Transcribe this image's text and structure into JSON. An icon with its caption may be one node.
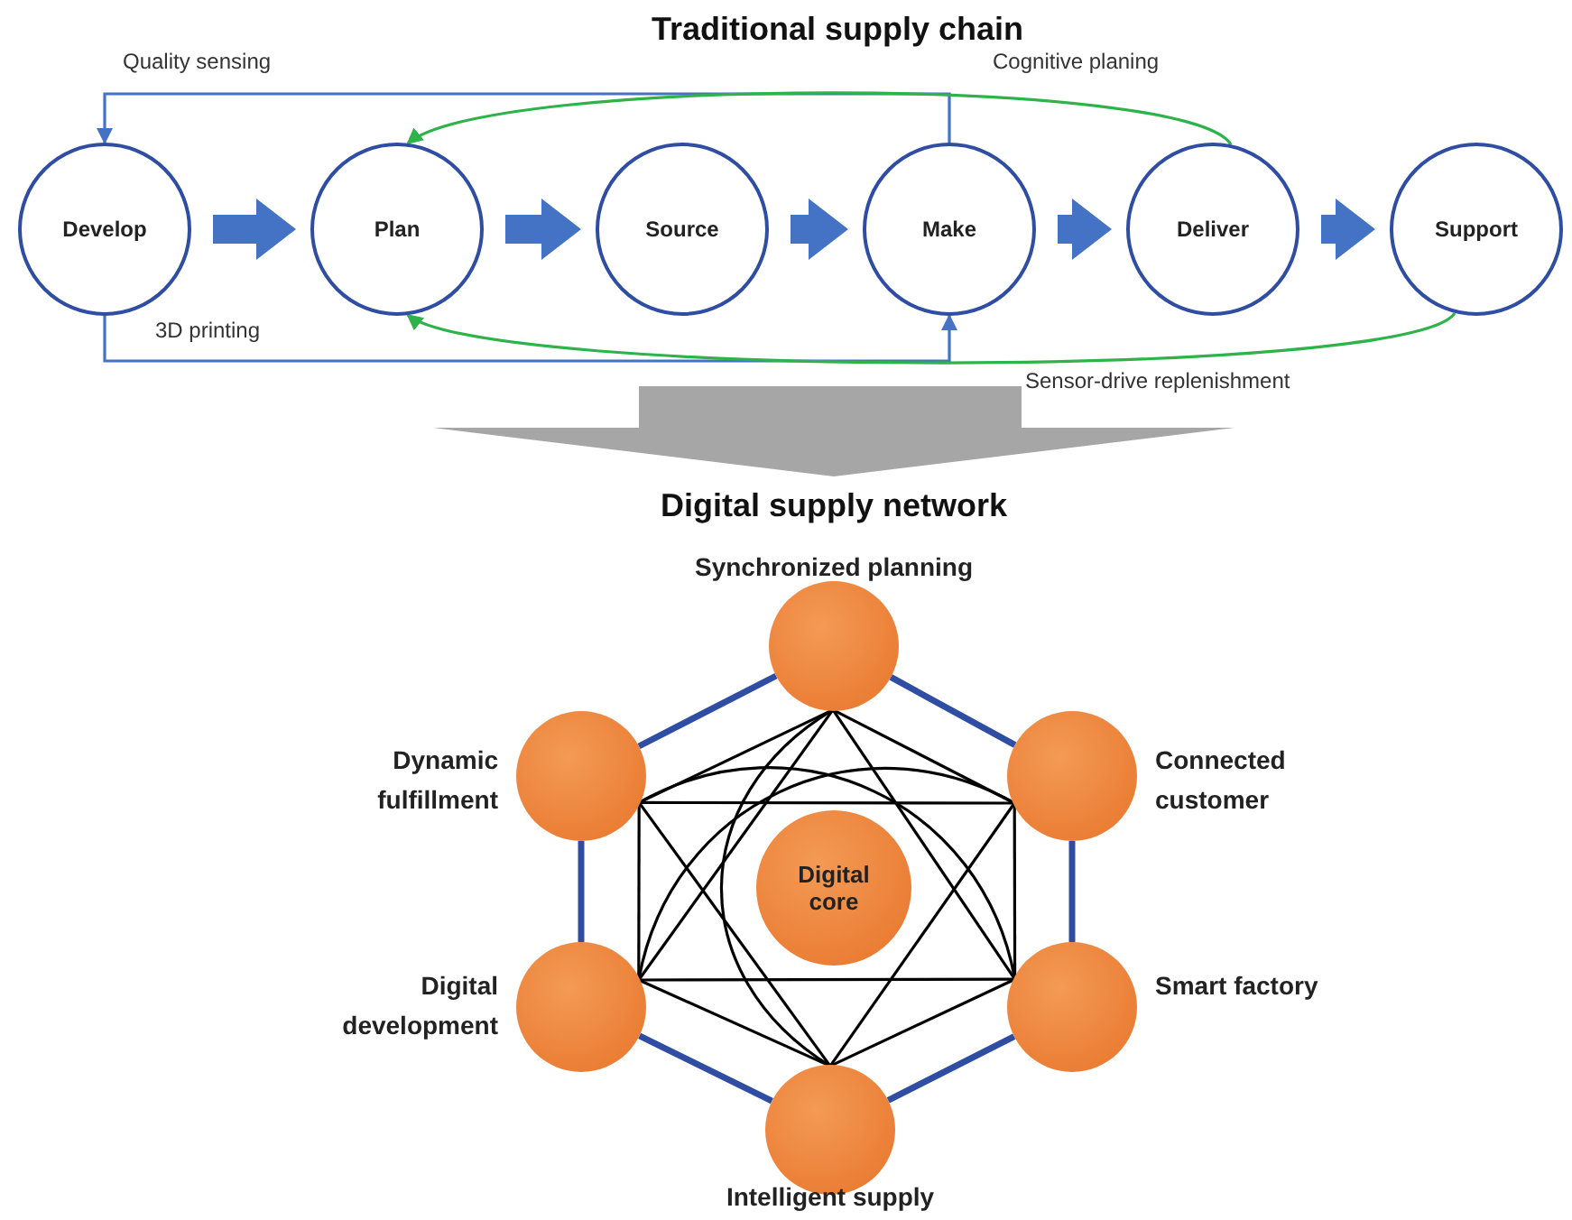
{
  "diagram": {
    "nodes": [
      {
        "text": [
          "Develop"
        ]
      },
      {
        "text": [
          "Plan"
        ]
      },
      {
        "text": [
          "Source"
        ]
      },
      {
        "text": [
          "Make"
        ]
      },
      {
        "text": [
          "Deliver"
        ]
      },
      {
        "text": [
          "Support"
        ]
      },
      {
        "text": [],
        "shape": "circle",
        "beside": [
          "Synchronized planning"
        ]
      },
      {
        "text": [],
        "shape": "circle",
        "beside": [
          "Connected customer"
        ]
      },
      {
        "text": [],
        "shape": "circle",
        "beside": [
          "Smart factory"
        ]
      },
      {
        "text": [],
        "shape": "circle",
        "beside": [
          "Intelligent supply"
        ]
      },
      {
        "text": [],
        "shape": "circle",
        "beside": [
          "Digital development"
        ]
      },
      {
        "text": [],
        "shape": "circle",
        "beside": [
          "Dynamic fulfillment"
        ]
      },
      {
        "text": [
          "Digital core"
        ]
      }
    ],
    "edges": [
      {
        "from": 0,
        "to": 1,
        "arrow": "to",
        "style": "thick",
        "color": "#4472c4"
      },
      {
        "from": 1,
        "to": 2,
        "arrow": "to",
        "style": "thick",
        "color": "#4472c4"
      },
      {
        "from": 2,
        "to": 3,
        "arrow": "to",
        "style": "thick",
        "color": "#4472c4"
      },
      {
        "from": 3,
        "to": 4,
        "arrow": "to",
        "style": "thick",
        "color": "#4472c4"
      },
      {
        "from": 4,
        "to": 5,
        "arrow": "to",
        "style": "thick",
        "color": "#4472c4"
      },
      {
        "from": 3,
        "to": 0,
        "arrow": "to",
        "label": "Quality sensing",
        "color": "#4472c4"
      },
      {
        "from": 4,
        "to": 1,
        "arrow": "to",
        "label": "Cognitive planing",
        "color": "#2db34a"
      },
      {
        "from": 0,
        "to": 3,
        "arrow": "to",
        "label": "3D printing",
        "color": "#4472c4"
      },
      {
        "from": 5,
        "to": 1,
        "arrow": "to",
        "label": "Sensor-drive replenishment",
        "color": "#2db34a"
      },
      {
        "from": 6,
        "to": 7,
        "arrow": "none",
        "style": "thick",
        "color": "#2f4ea3"
      },
      {
        "from": 7,
        "to": 8,
        "arrow": "none",
        "style": "thick",
        "color": "#2f4ea3"
      },
      {
        "from": 8,
        "to": 9,
        "arrow": "none",
        "style": "thick",
        "color": "#2f4ea3"
      },
      {
        "from": 9,
        "to": 10,
        "arrow": "none",
        "style": "thick",
        "color": "#2f4ea3"
      },
      {
        "from": 10,
        "to": 11,
        "arrow": "none",
        "style": "thick",
        "color": "#2f4ea3"
      },
      {
        "from": 11,
        "to": 6,
        "arrow": "none",
        "style": "thick",
        "color": "#2f4ea3"
      },
      {
        "from": 6,
        "to": 7,
        "arrow": "none"
      },
      {
        "from": 6,
        "to": 8,
        "arrow": "none"
      },
      {
        "from": 6,
        "to": 9,
        "arrow": "none"
      },
      {
        "from": 6,
        "to": 10,
        "arrow": "none"
      },
      {
        "from": 6,
        "to": 11,
        "arrow": "none"
      },
      {
        "from": 7,
        "to": 8,
        "arrow": "none"
      },
      {
        "from": 7,
        "to": 9,
        "arrow": "none"
      },
      {
        "from": 7,
        "to": 10,
        "arrow": "none"
      },
      {
        "from": 7,
        "to": 11,
        "arrow": "none"
      },
      {
        "from": 8,
        "to": 9,
        "arrow": "none"
      },
      {
        "from": 8,
        "to": 10,
        "arrow": "none"
      },
      {
        "from": 8,
        "to": 11,
        "arrow": "none"
      },
      {
        "from": 9,
        "to": 10,
        "arrow": "none"
      },
      {
        "from": 9,
        "to": 11,
        "arrow": "none"
      },
      {
        "from": 10,
        "to": 11,
        "arrow": "none"
      }
    ],
    "labels": [
      "Traditional supply chain",
      "Digital supply network"
    ]
  }
}
